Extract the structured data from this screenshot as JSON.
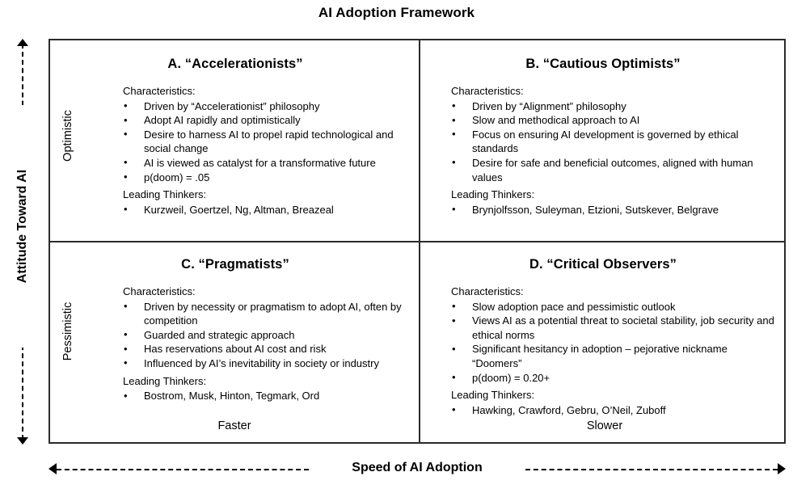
{
  "title": "AI Adoption Framework",
  "axes": {
    "y": {
      "label": "Attitude Toward AI",
      "top_label": "Optimistic",
      "bottom_label": "Pessimistic",
      "arrow_up": "arrow-up-icon",
      "arrow_down": "arrow-down-icon"
    },
    "x": {
      "label": "Speed of AI Adoption",
      "left_label": "Faster",
      "right_label": "Slower",
      "arrow_left": "arrow-left-icon",
      "arrow_right": "arrow-right-icon"
    }
  },
  "section_labels": {
    "characteristics": "Characteristics:",
    "leading_thinkers": "Leading Thinkers:"
  },
  "quadrants": {
    "a": {
      "title": "A.  “Accelerationists”",
      "characteristics": [
        "Driven by “Accelerationist” philosophy",
        "Adopt AI rapidly and optimistically",
        "Desire to harness AI to propel rapid technological and social change",
        "AI is viewed as catalyst for a transformative future",
        "p(doom) = .05"
      ],
      "thinkers": [
        "Kurzweil, Goertzel, Ng, Altman, Breazeal"
      ]
    },
    "b": {
      "title": "B.  “Cautious Optimists”",
      "characteristics": [
        "Driven by “Alignment” philosophy",
        "Slow and methodical approach to AI",
        "Focus on ensuring AI development is governed by ethical standards",
        "Desire for safe and beneficial outcomes, aligned with human values"
      ],
      "thinkers": [
        "Brynjolfsson, Suleyman, Etzioni, Sutskever, Belgrave"
      ]
    },
    "c": {
      "title": "C.  “Pragmatists”",
      "characteristics": [
        "Driven by necessity or pragmatism to adopt AI, often by competition",
        "Guarded and strategic approach",
        "Has reservations about AI cost and risk",
        "Influenced by AI’s inevitability in society or industry"
      ],
      "thinkers": [
        "Bostrom, Musk, Hinton, Tegmark, Ord"
      ]
    },
    "d": {
      "title": "D.  “Critical Observers”",
      "characteristics": [
        "Slow adoption pace and pessimistic outlook",
        "Views AI as a potential threat to societal stability, job security and ethical norms",
        "Significant hesitancy in adoption – pejorative nickname “Doomers”",
        "p(doom) = 0.20+"
      ],
      "thinkers": [
        "Hawking, Crawford, Gebru, O’Neil, Zuboff"
      ]
    }
  },
  "bullet_glyph": "•",
  "colors": {
    "border": "#2b2b2b",
    "text": "#000000",
    "background": "#ffffff"
  }
}
